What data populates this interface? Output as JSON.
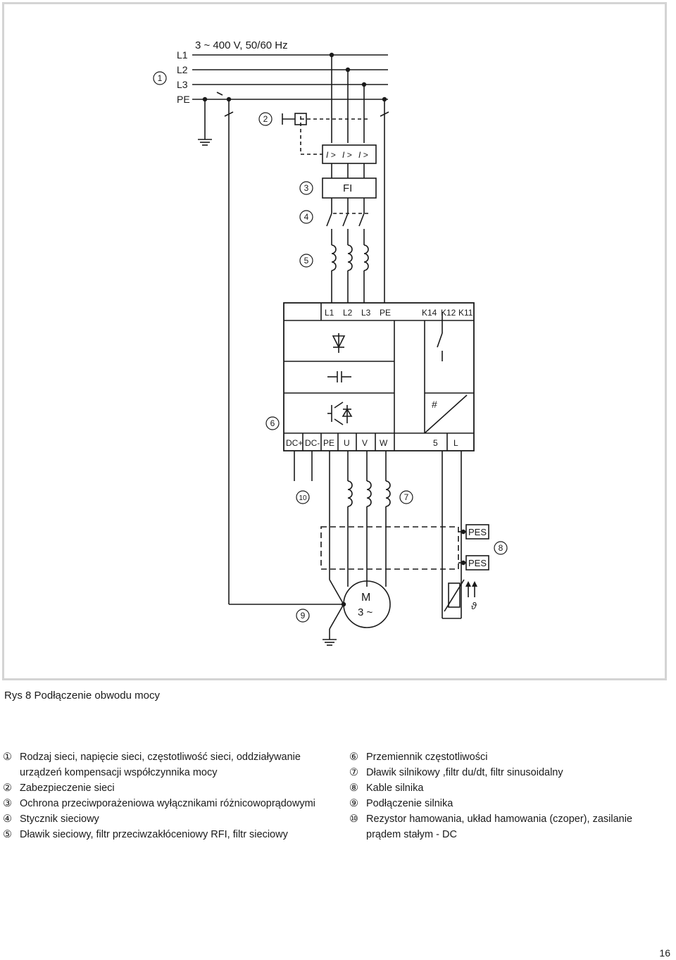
{
  "diagram": {
    "supply_label": "3 ~ 400 V, 50/60 Hz",
    "line_labels": [
      "L1",
      "L2",
      "L3",
      "PE"
    ],
    "callouts": [
      "1",
      "2",
      "3",
      "4",
      "5",
      "6",
      "7",
      "8",
      "9",
      "10"
    ],
    "fi_label": "FI",
    "breaker_label": "I >",
    "top_terminals": [
      "L1",
      "L2",
      "L3",
      "PE"
    ],
    "relay_terminals": [
      "K14",
      "K12",
      "K11"
    ],
    "bottom_terminals": [
      "DC+",
      "DC-",
      "PE",
      "U",
      "V",
      "W",
      "5",
      "L"
    ],
    "hash_label": "#",
    "pes_label": "PES",
    "motor_label": "M",
    "motor_phase": "3 ~",
    "theta_label": "ϑ"
  },
  "caption": "Rys 8  Podłączenie obwodu mocy",
  "legend_left": [
    {
      "num": "①",
      "text": "Rodzaj sieci, napięcie sieci, częstotliwość sieci, oddziaływanie urządzeń kompensacji współczynnika mocy"
    },
    {
      "num": "②",
      "text": "Zabezpieczenie sieci"
    },
    {
      "num": "③",
      "text": "Ochrona przeciwporażeniowa wyłącznikami różnicowoprądowymi"
    },
    {
      "num": "④",
      "text": "Stycznik sieciowy"
    },
    {
      "num": "⑤",
      "text": "Dławik sieciowy, filtr przeciwzakłóceniowy RFI, filtr sieciowy"
    }
  ],
  "legend_right": [
    {
      "num": "⑥",
      "text": "Przemiennik częstotliwości"
    },
    {
      "num": "⑦",
      "text": "Dławik silnikowy ,filtr du/dt, filtr sinusoidalny"
    },
    {
      "num": "⑧",
      "text": "Kable silnika"
    },
    {
      "num": "⑨",
      "text": "Podłączenie silnika"
    },
    {
      "num": "⑩",
      "text": "Rezystor hamowania, układ hamowania (czoper), zasilanie prądem stałym - DC"
    }
  ],
  "page_number": "16"
}
